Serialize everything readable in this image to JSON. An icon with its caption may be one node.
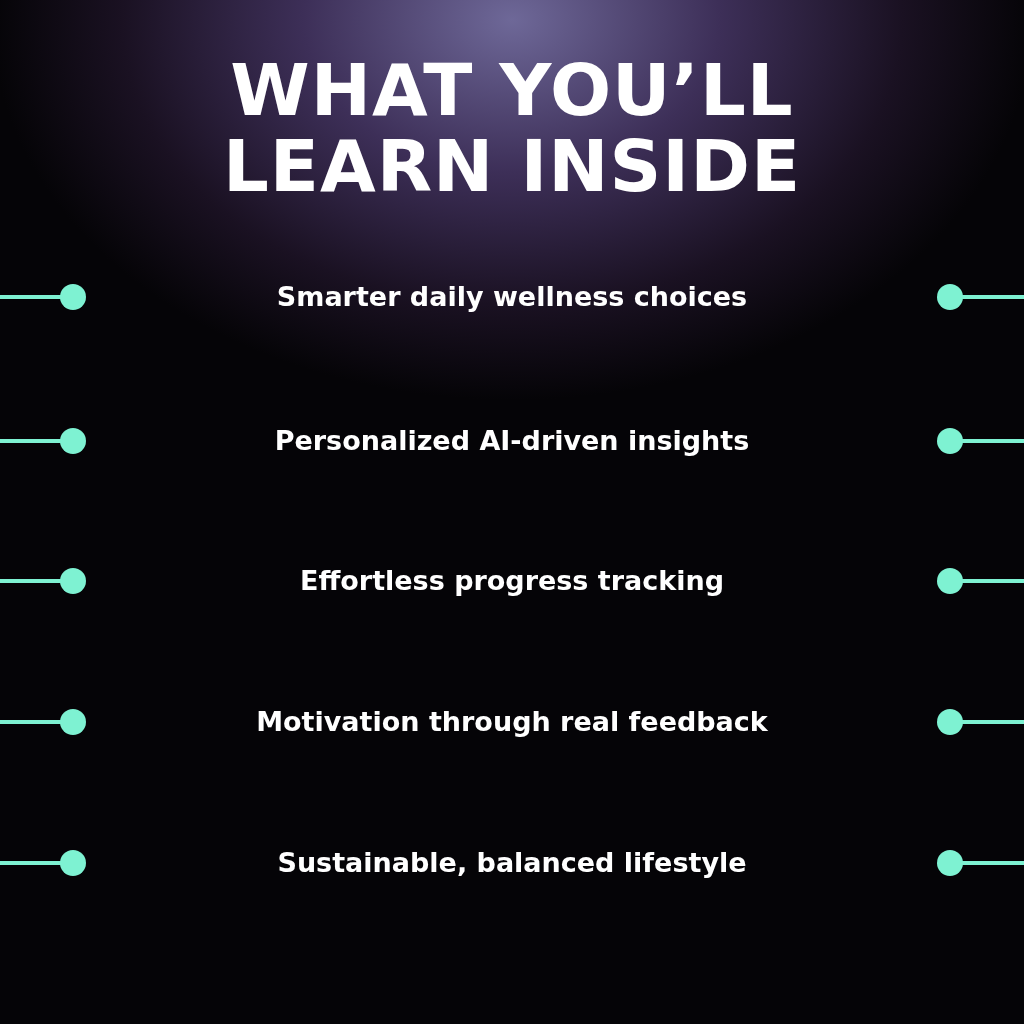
{
  "diagram": {
    "title": "WHAT YOU’LL LEARN INSIDE",
    "labels": [
      "Smarter daily wellness choices",
      "Personalized AI-driven insights",
      "Effortless progress tracking",
      "Motivation through real feedback",
      "Sustainable, balanced lifestyle"
    ]
  }
}
